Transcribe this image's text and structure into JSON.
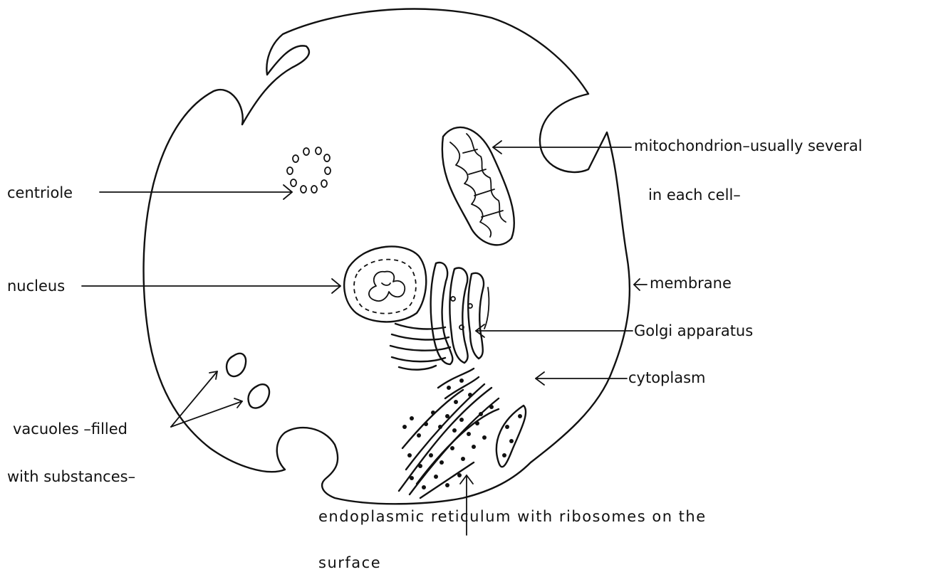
{
  "labels": {
    "centriole": "centriole",
    "nucleus": "nucleus",
    "vacuoles_line1": "vacuoles –filled",
    "vacuoles_line2": "with substances–",
    "mitochondrion_line1": "mitochondrion–usually several",
    "mitochondrion_line2": "in each cell–",
    "membrane": "membrane",
    "golgi": "Golgi  apparatus",
    "cytoplasm": "cytoplasm",
    "er_line1": "endoplasmic reticulum with ribosomes on the",
    "er_line2": "surface"
  },
  "colors": {
    "ink": "#111111",
    "background": "#ffffff"
  }
}
